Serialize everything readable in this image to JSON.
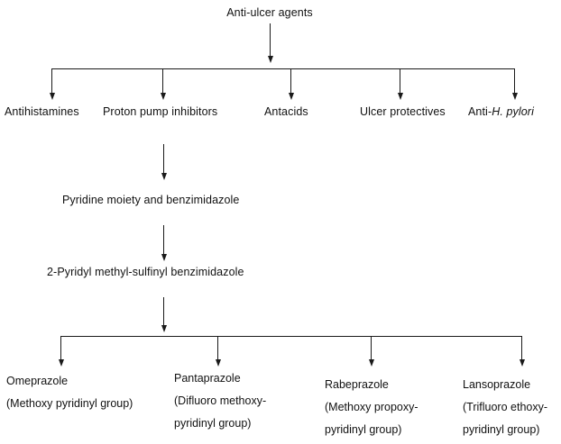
{
  "diagram": {
    "title": "Anti-ulcer agents",
    "level1": {
      "label": "Anti-ulcer agents"
    },
    "level2": {
      "items": [
        {
          "label": "Antihistamines"
        },
        {
          "label": "Proton pump inhibitors"
        },
        {
          "label": "Antacids"
        },
        {
          "label": "Ulcer protectives"
        },
        {
          "label_plain": "Anti-",
          "label_italic": "H. pylori"
        }
      ]
    },
    "chain": [
      {
        "label": "Pyridine moiety and benzimidazole"
      },
      {
        "label": "2-Pyridyl methyl-sulfinyl benzimidazole"
      }
    ],
    "level4": {
      "items": [
        {
          "name": "Omeprazole",
          "lines": [
            "Omeprazole",
            "(Methoxy pyridinyl group)"
          ]
        },
        {
          "name": "Pantaprazole",
          "lines": [
            "Pantaprazole",
            "(Difluoro methoxy-",
            "pyridinyl group)"
          ]
        },
        {
          "name": "Rabeprazole",
          "lines": [
            "Rabeprazole",
            "(Methoxy propoxy-",
            "pyridinyl group)"
          ]
        },
        {
          "name": "Lansoprazole",
          "lines": [
            "Lansoprazole",
            "(Trifluoro ethoxy-",
            "pyridinyl group)"
          ]
        }
      ]
    },
    "colors": {
      "background": "#ffffff",
      "text": "#111111",
      "line": "#1a1a1a"
    }
  }
}
